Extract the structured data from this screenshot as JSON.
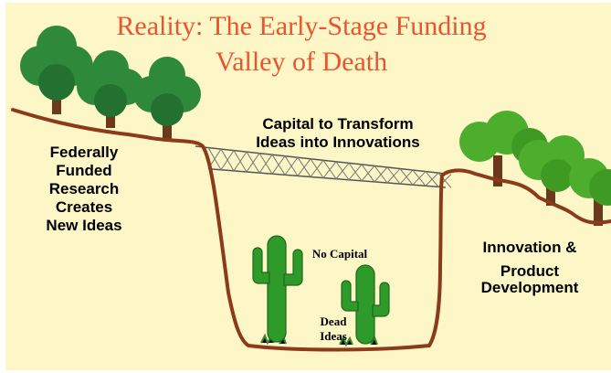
{
  "slide": {
    "title_line1": "Reality: The Early-Stage Funding",
    "title_line2": "Valley of Death",
    "title_color": "#e8552f",
    "background_color": "#fdf6c6"
  },
  "labels": {
    "research": "Federally\nFunded\nResearch\nCreates\nNew Ideas",
    "capital": "Capital to Transform\nIdeas into Innovations",
    "innovation_line1": "Innovation &",
    "innovation_line2": "Product",
    "innovation_line3": "Development",
    "no_capital": "No Capital",
    "dead_line1": "Dead",
    "dead_line2": "Ideas"
  },
  "colors": {
    "ground": "#8b3a1a",
    "tree_foliage": "#2e8a3a",
    "bush_foliage": "#4cae2c",
    "trunk": "#6b3a1c",
    "cactus": "#2d9a2a",
    "bridge": "#555555"
  }
}
